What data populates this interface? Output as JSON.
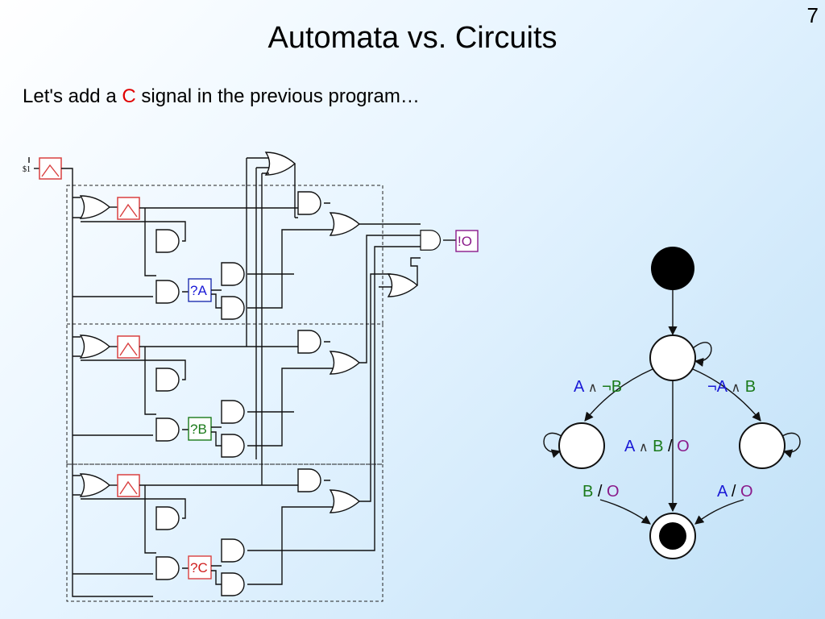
{
  "slide": {
    "number": "7",
    "title": "Automata vs. Circuits",
    "subtitle_before": "Let's add a ",
    "subtitle_highlight": "C",
    "subtitle_after": " signal in the previous program…"
  },
  "circuit": {
    "start_label": "$1",
    "input_a": "?A",
    "input_b": "?B",
    "input_c": "?C",
    "output": "!O"
  },
  "automaton": {
    "left_edge": {
      "a": "A",
      "and": "∧",
      "not_b": "¬B"
    },
    "right_edge": {
      "not_a": "¬A",
      "and": "∧",
      "b": "B"
    },
    "middle_edge": {
      "a": "A",
      "and": "∧",
      "b": "B",
      "slash": "/",
      "o": "O"
    },
    "left_out": {
      "b": "B",
      "slash": "/",
      "o": "O"
    },
    "right_out": {
      "a": "A",
      "slash": "/",
      "o": "O"
    }
  },
  "colors": {
    "highlight": "#e00000",
    "signal_a": "#1a1ad6",
    "signal_b": "#1a7a1a",
    "signal_c": "#d02020",
    "output": "#8a1a8a"
  }
}
